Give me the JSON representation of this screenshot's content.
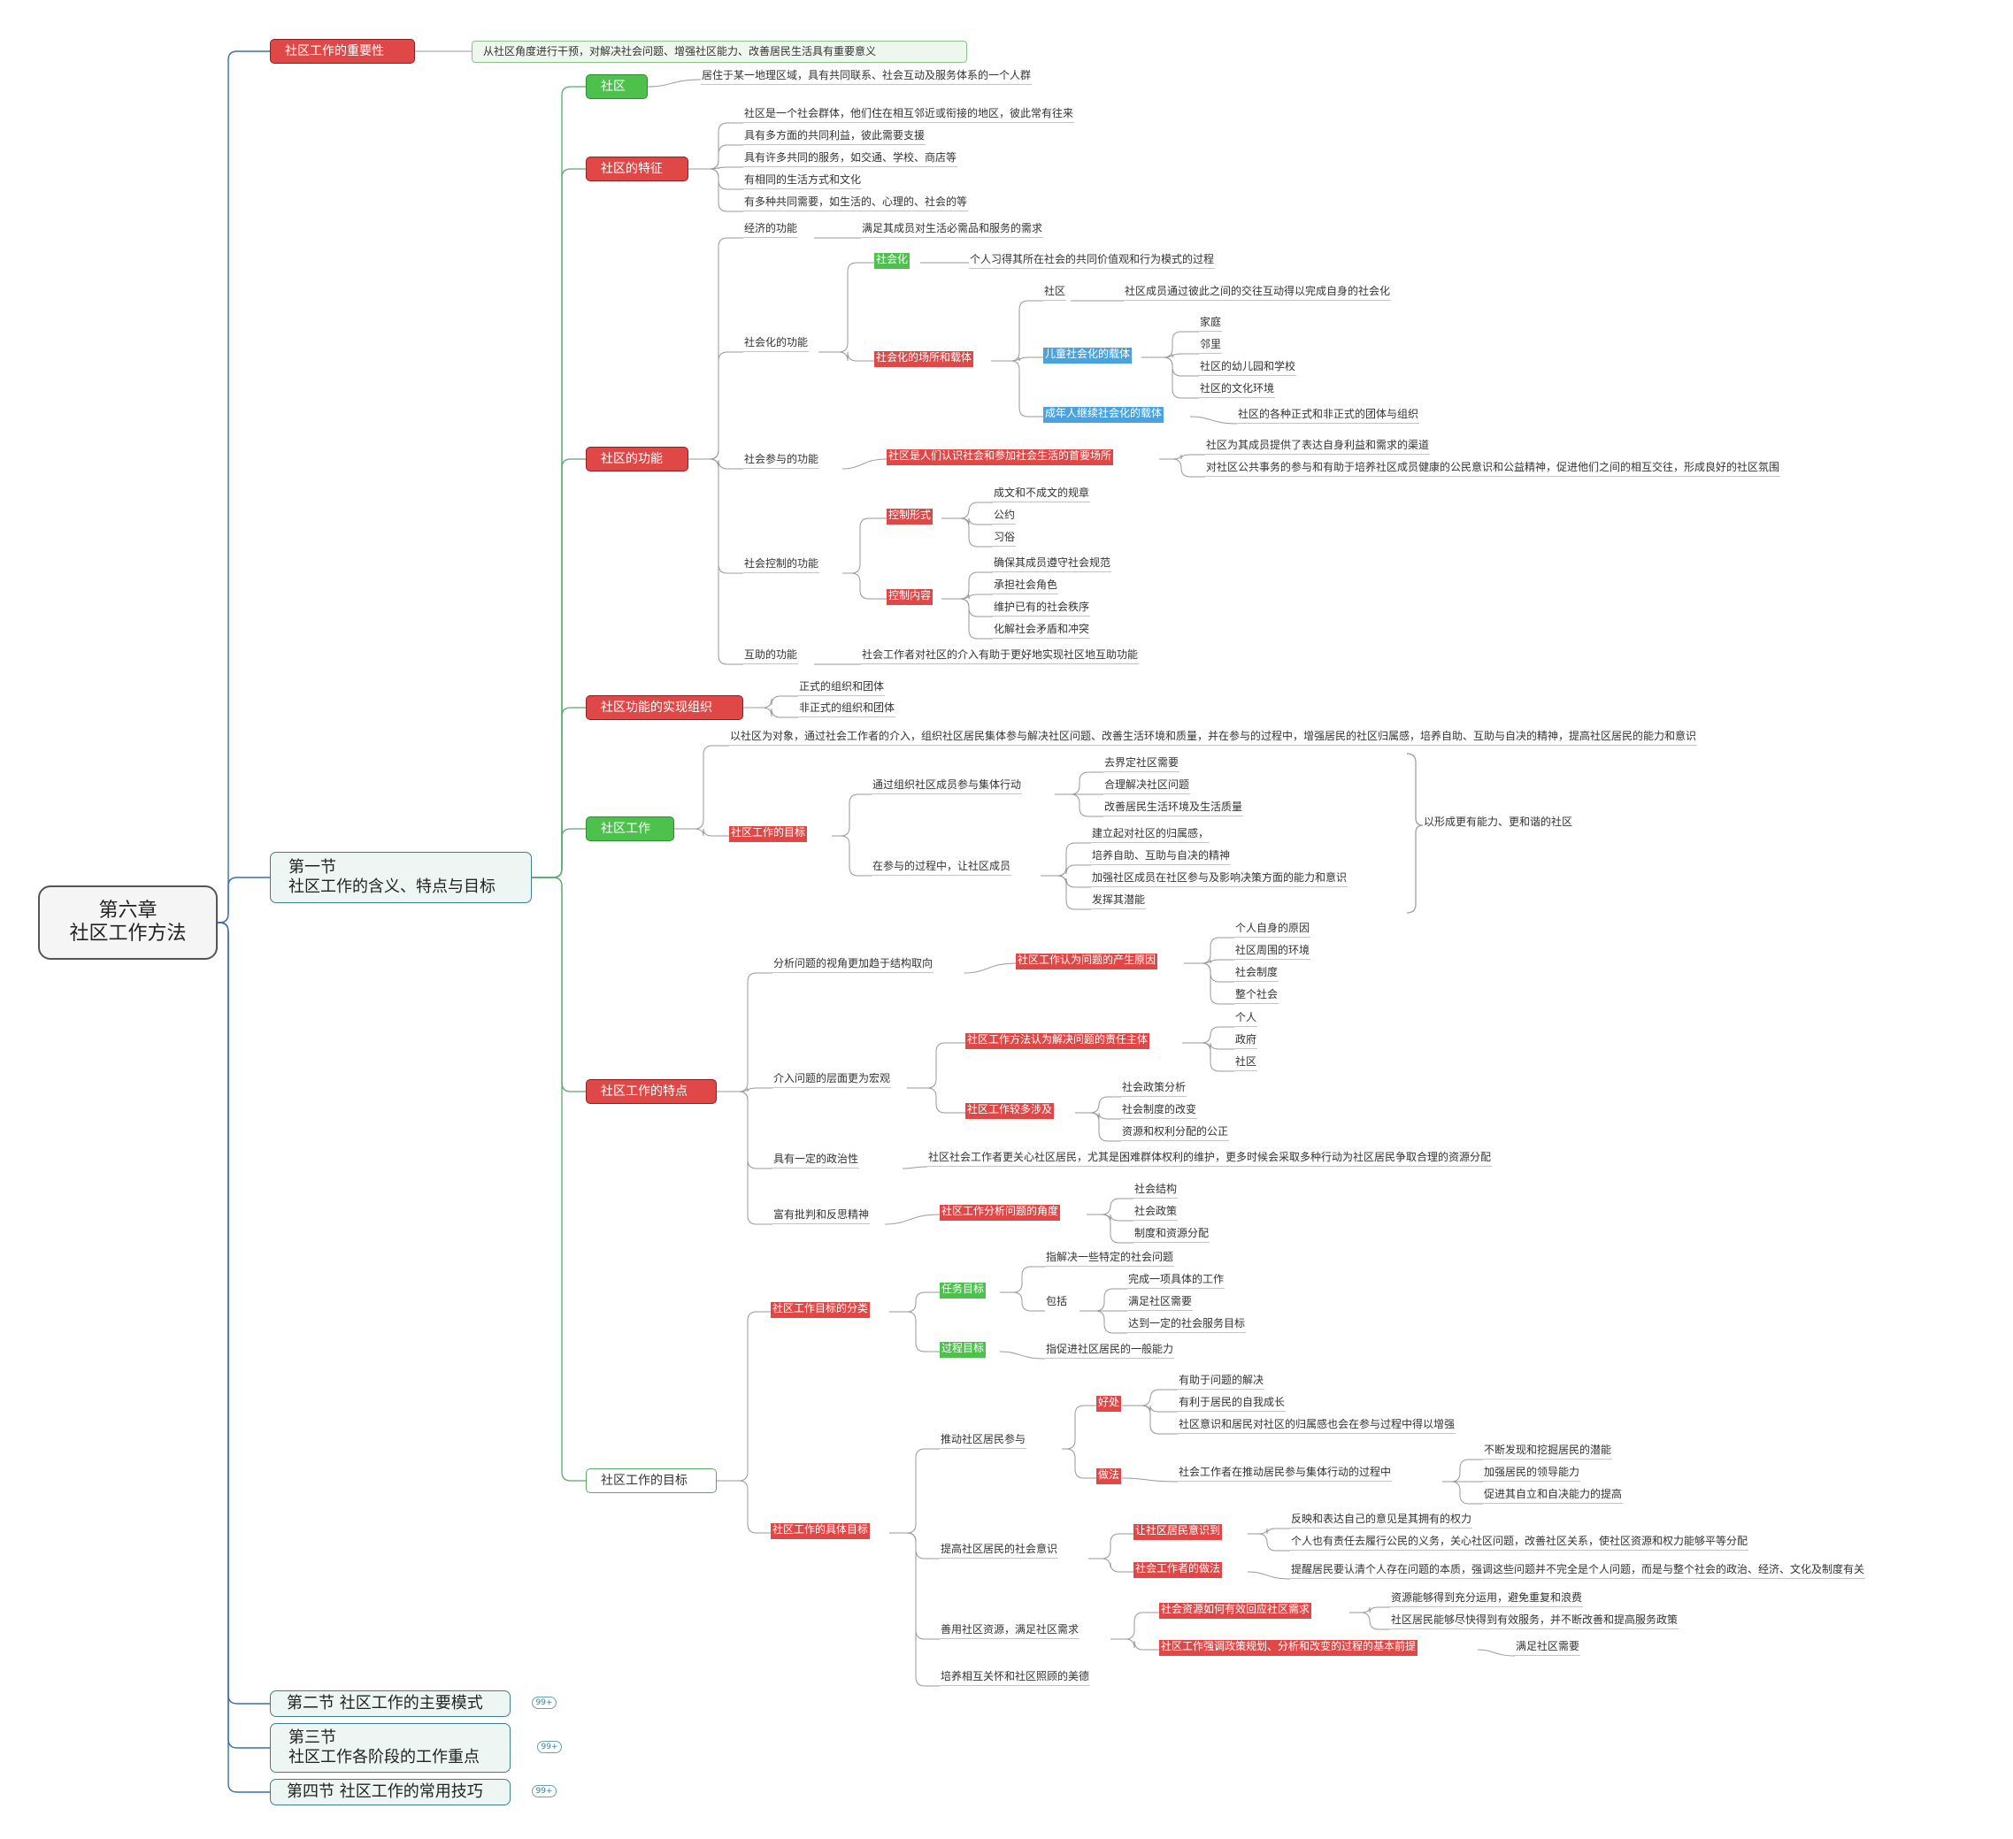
{
  "root": {
    "line1": "第六章",
    "line2": "社区工作方法"
  },
  "importance": {
    "label": "社区工作的重要性",
    "note": "从社区角度进行干预，对解决社会问题、增强社区能力、改善居民生活具有重要意义"
  },
  "section1": {
    "line1": "第一节",
    "line2": "社区工作的含义、特点与目标"
  },
  "section2": {
    "label": "第二节 社区工作的主要模式",
    "badge": "99+"
  },
  "section3": {
    "line1": "第三节",
    "line2": "社区工作各阶段的工作重点",
    "badge": "99+"
  },
  "section4": {
    "label": "第四节 社区工作的常用技巧",
    "badge": "99+"
  },
  "community": {
    "label": "社区",
    "definition": "居住于某一地理区域，具有共同联系、社会互动及服务体系的一个人群"
  },
  "features": {
    "label": "社区的特征",
    "items": [
      "社区是一个社会群体，他们住在相互邻近或衔接的地区，彼此常有往来",
      "具有多方面的共同利益，彼此需要支援",
      "具有许多共同的服务，如交通、学校、商店等",
      "有相同的生活方式和文化",
      "有多种共同需要，如生活的、心理的、社会的等"
    ]
  },
  "functions": {
    "label": "社区的功能",
    "economic": {
      "label": "经济的功能",
      "desc": "满足其成员对生活必需品和服务的需求"
    },
    "socialization": {
      "label": "社会化的功能",
      "def_label": "社会化",
      "def_text": "个人习得其所在社会的共同价值观和行为模式的过程",
      "places_label": "社会化的场所和载体",
      "community": "社区",
      "community_text": "社区成员通过彼此之间的交往互动得以完成自身的社会化",
      "child_label": "儿童社会化的载体",
      "child_items": [
        "家庭",
        "邻里",
        "社区的幼儿园和学校",
        "社区的文化环境"
      ],
      "adult_label": "成年人继续社会化的载体",
      "adult_text": "社区的各种正式和非正式的团体与组织"
    },
    "participation": {
      "label": "社会参与的功能",
      "key": "社区是人们认识社会和参加社会生活的首要场所",
      "items": [
        "社区为其成员提供了表达自身利益和需求的渠道",
        "对社区公共事务的参与和有助于培养社区成员健康的公民意识和公益精神，促进他们之间的相互交往，形成良好的社区氛围"
      ]
    },
    "control": {
      "label": "社会控制的功能",
      "forms_label": "控制形式",
      "forms": [
        "成文和不成文的规章",
        "公约",
        "习俗"
      ],
      "content_label": "控制内容",
      "contents": [
        "确保其成员遵守社会规范",
        "承担社会角色",
        "维护已有的社会秩序",
        "化解社会矛盾和冲突"
      ]
    },
    "mutual": {
      "label": "互助的功能",
      "desc": "社会工作者对社区的介入有助于更好地实现社区地互助功能"
    }
  },
  "orgs": {
    "label": "社区功能的实现组织",
    "items": [
      "正式的组织和团体",
      "非正式的组织和团体"
    ]
  },
  "cw": {
    "label": "社区工作",
    "definition": "以社区为对象，通过社会工作者的介入，组织社区居民集体参与解决社区问题、改善生活环境和质量，并在参与的过程中，增强居民的社区归属感，培养自助、互助与自决的精神，提高社区居民的能力和意识",
    "goal_label": "社区工作的目标",
    "collective_label": "通过组织社区成员参与集体行动",
    "collective_items": [
      "去界定社区需要",
      "合理解决社区问题",
      "改善居民生活环境及生活质量"
    ],
    "process_label": "在参与的过程中，让社区成员",
    "process_items": [
      "建立起对社区的归属感，",
      "培养自助、互助与自决的精神",
      "加强社区成员在社区参与及影响决策方面的能力和意识",
      "发挥其潜能"
    ],
    "summary": "以形成更有能力、更和谐的社区"
  },
  "traits": {
    "label": "社区工作的特点",
    "structural": {
      "label": "分析问题的视角更加趋于结构取向",
      "key": "社区工作认为问题的产生原因",
      "items": [
        "个人自身的原因",
        "社区周围的环境",
        "社会制度",
        "整个社会"
      ]
    },
    "macro": {
      "label": "介入问题的层面更为宏观",
      "resp_label": "社区工作方法认为解决问题的责任主体",
      "resp_items": [
        "个人",
        "政府",
        "社区"
      ],
      "involve_label": "社区工作较多涉及",
      "involve_items": [
        "社会政策分析",
        "社会制度的改变",
        "资源和权利分配的公正"
      ]
    },
    "political": {
      "label": "具有一定的政治性",
      "desc": "社区社会工作者更关心社区居民，尤其是困难群体权利的维护，更多时候会采取多种行动为社区居民争取合理的资源分配"
    },
    "critical": {
      "label": "富有批判和反思精神",
      "key": "社区工作分析问题的角度",
      "items": [
        "社会结构",
        "社会政策",
        "制度和资源分配"
      ]
    }
  },
  "goals": {
    "label": "社区工作的目标",
    "classify": {
      "label": "社区工作目标的分类",
      "task_label": "任务目标",
      "task_desc": "指解决一些特定的社会问题",
      "include_label": "包括",
      "include_items": [
        "完成一项具体的工作",
        "满足社区需要",
        "达到一定的社会服务目标"
      ],
      "process_label": "过程目标",
      "process_desc": "指促进社区居民的一般能力"
    },
    "specific": {
      "label": "社区工作的具体目标",
      "promote": {
        "label": "推动社区居民参与",
        "benefit_label": "好处",
        "benefits": [
          "有助于问题的解决",
          "有利于居民的自我成长",
          "社区意识和居民对社区的归属感也会在参与过程中得以增强"
        ],
        "method_label": "做法",
        "method_text": "社会工作者在推动居民参与集体行动的过程中",
        "method_items": [
          "不断发现和挖掘居民的潜能",
          "加强居民的领导能力",
          "促进其自立和自决能力的提高"
        ]
      },
      "awareness": {
        "label": "提高社区居民的社会意识",
        "recognize_label": "让社区居民意识到",
        "recognize_items": [
          "反映和表达自己的意见是其拥有的权力",
          "个人也有责任去履行公民的义务，关心社区问题，改善社区关系，使社区资源和权力能够平等分配"
        ],
        "sw_label": "社会工作者的做法",
        "sw_text": "提醒居民要认清个人存在问题的本质，强调这些问题并不完全是个人问题，而是与整个社会的政治、经济、文化及制度有关"
      },
      "resources": {
        "label": "善用社区资源，满足社区需求",
        "respond_label": "社会资源如何有效回应社区需求",
        "respond_items": [
          "资源能够得到充分运用，避免重复和浪费",
          "社区居民能够尽快得到有效服务，并不断改善和提高服务政策"
        ],
        "policy_label": "社区工作强调政策规划、分析和改变的过程的基本前提",
        "policy_text": "满足社区需要"
      },
      "care": {
        "label": "培养相互关怀和社区照顾的美德"
      }
    }
  },
  "colors": {
    "red": "#e04848",
    "green": "#4cc24c",
    "blue": "#4aa3df",
    "line_blue": "#3c6fa8",
    "line_green": "#5aa86b",
    "line_gray": "#9a9a9a"
  }
}
